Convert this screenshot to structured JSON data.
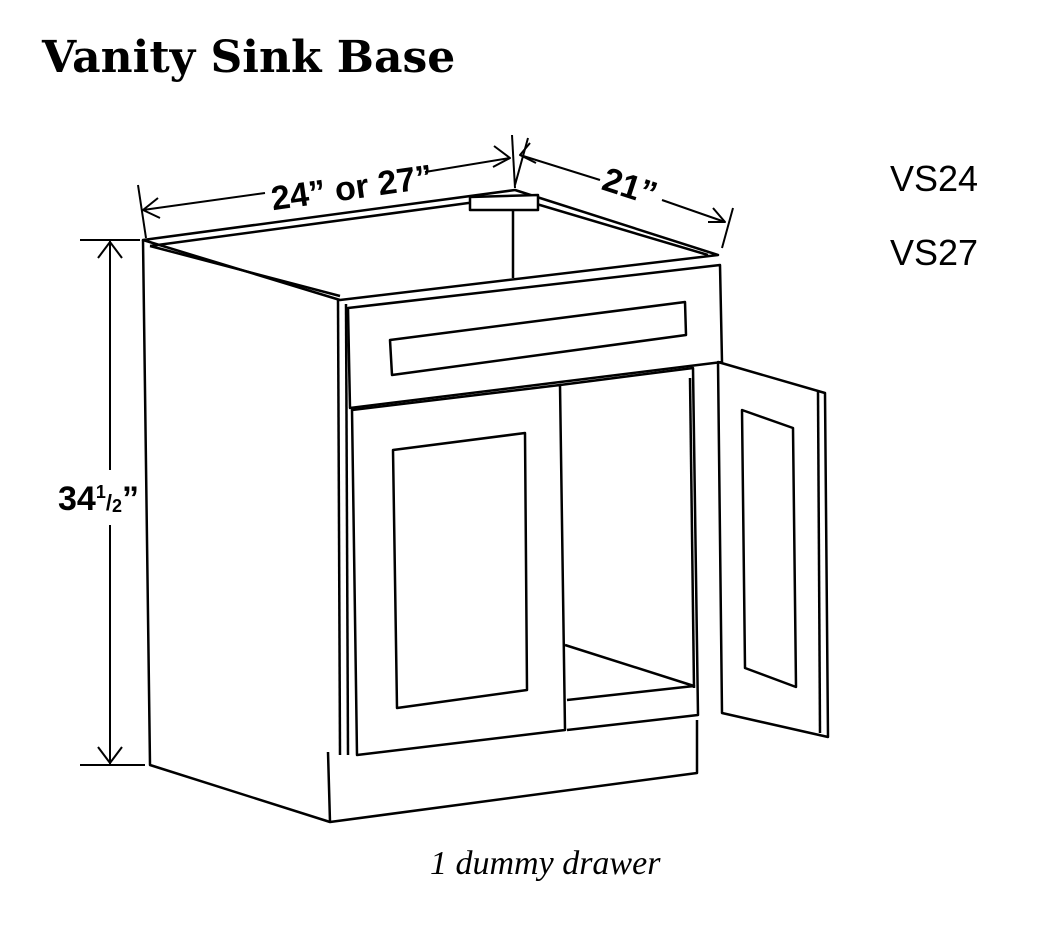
{
  "title": "Vanity Sink Base",
  "models": [
    "VS24",
    "VS27"
  ],
  "dimensions": {
    "width": "24” or 27”",
    "depth": "21”",
    "height_whole": "34",
    "height_num": "1",
    "height_den": "2",
    "height_quote": "”"
  },
  "caption": "1 dummy drawer"
}
